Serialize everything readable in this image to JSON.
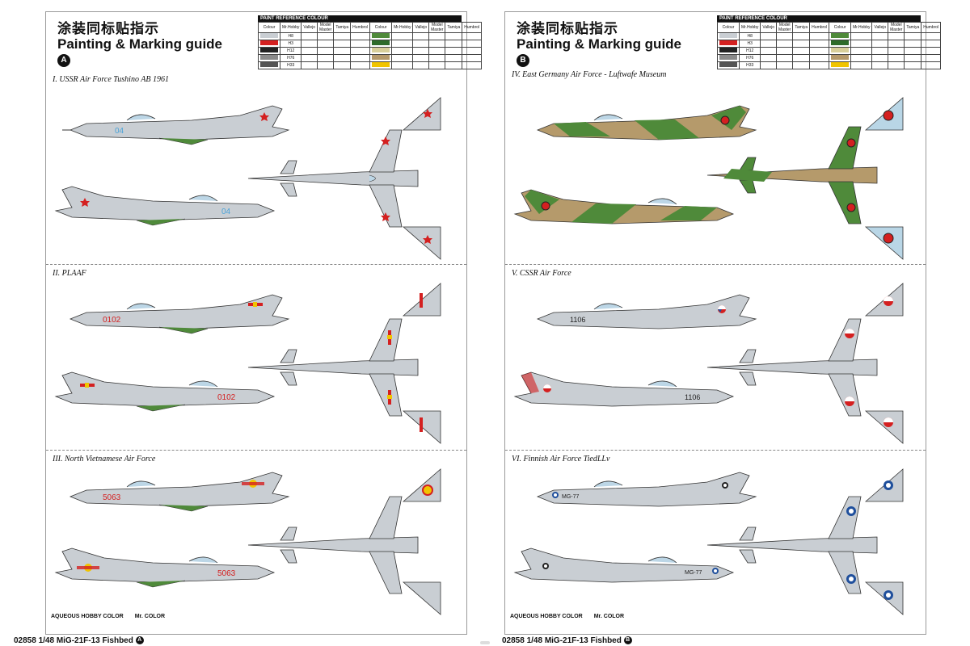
{
  "sheets": [
    {
      "title_cn": "涂装同标贴指示",
      "title_en": "Painting & Marking guide",
      "badge": "A",
      "ref_title": "PAINT REFERENCE COLOUR",
      "sections": [
        {
          "title": "I. USSR Air Force Tushino AB 1961",
          "nose": "04",
          "tail": "04"
        },
        {
          "title": "II. PLAAF",
          "nose": "0102",
          "tail": "0102"
        },
        {
          "title": "III. North Vietnamese Air Force",
          "nose": "5063",
          "tail": "5063"
        }
      ],
      "legend_hobby": "AQUEOUS HOBBY COLOR",
      "legend_mr": "Mr. COLOR",
      "footer": "02858 1/48  MiG-21F-13 Fishbed"
    },
    {
      "title_cn": "涂装同标贴指示",
      "title_en": "Painting & Marking guide",
      "badge": "B",
      "ref_title": "PAINT REFERENCE COLOUR",
      "sections": [
        {
          "title": "IV. East Germany Air Force - Luftwafe Museum",
          "nose": "",
          "tail": ""
        },
        {
          "title": "V. CSSR Air Force",
          "nose": "1106",
          "tail": "1106"
        },
        {
          "title": "VI. Finnish Air Force TiedLLv",
          "nose": "MG-77",
          "tail": "MG-77"
        }
      ],
      "legend_hobby": "AQUEOUS HOBBY COLOR",
      "legend_mr": "Mr. COLOR",
      "footer": "02858 1/48  MiG-21F-13 Fishbed"
    }
  ],
  "ref_table": {
    "headers": [
      "Colour",
      "Mr.Hobby",
      "Vallejo",
      "Model Master",
      "Tamiya",
      "Humbrol",
      "Colour",
      "Mr.Hobby",
      "Vallejo",
      "Model Master",
      "Tamiya",
      "Humbrol"
    ],
    "rows": [
      [
        "",
        "H8",
        "",
        "",
        "",
        "",
        "",
        "",
        "",
        "",
        "",
        ""
      ],
      [
        "",
        "H3",
        "",
        "",
        "",
        "",
        "",
        "",
        "",
        "",
        "",
        ""
      ],
      [
        "",
        "H12",
        "",
        "",
        "",
        "",
        "",
        "",
        "",
        "",
        "",
        ""
      ],
      [
        "",
        "H76",
        "",
        "",
        "",
        "",
        "",
        "",
        "",
        "",
        "",
        ""
      ],
      [
        "",
        "H33",
        "",
        "",
        "",
        "",
        "",
        "",
        "",
        "",
        "",
        ""
      ]
    ]
  },
  "paint": {
    "silver": "#c9ced3",
    "grey": "#b9bec3",
    "green": "#4f8a3a",
    "tan": "#b59a6b",
    "red": "#d42020",
    "yellow": "#f0c400",
    "blue": "#1f4f9c",
    "dark": "#333333"
  }
}
